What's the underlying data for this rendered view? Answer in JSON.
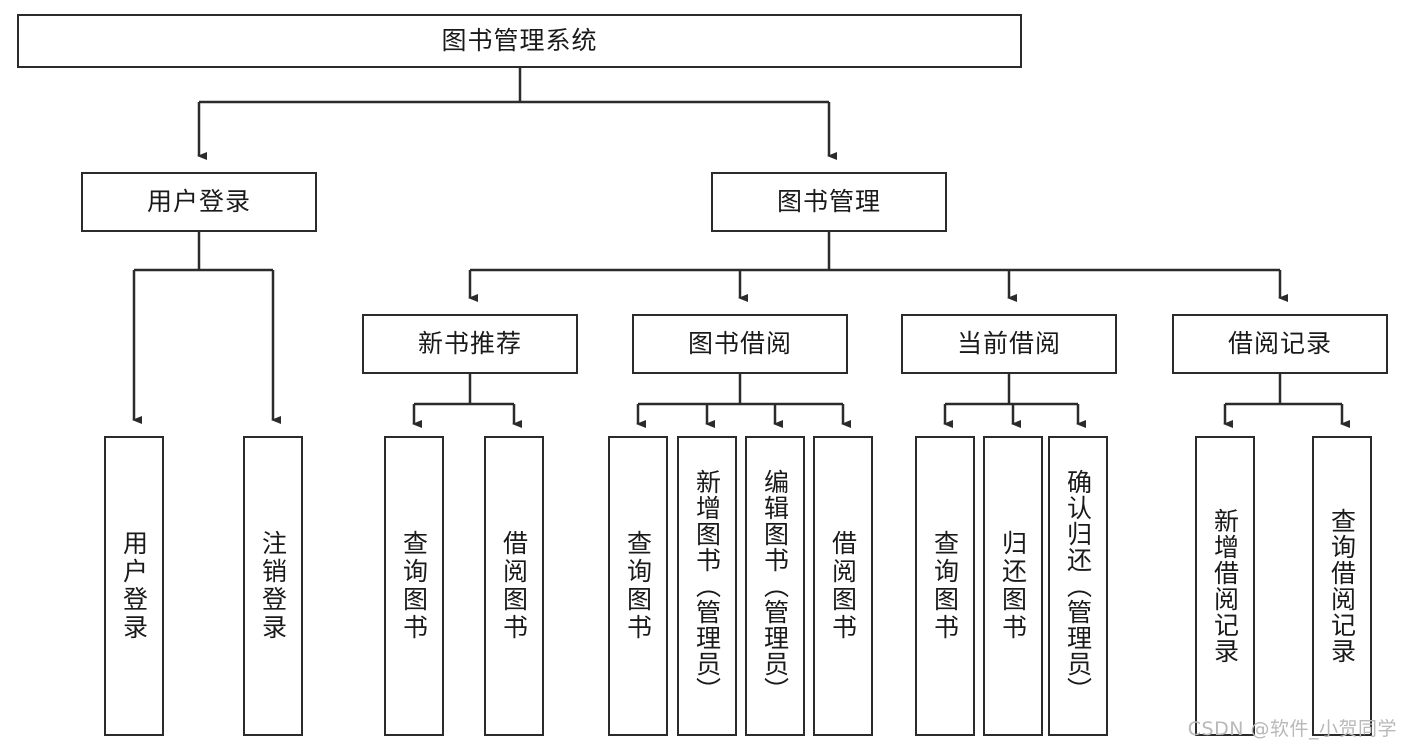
{
  "diagram": {
    "type": "tree",
    "title": "图书管理系统",
    "watermark": "CSDN @软件_小贺同学",
    "colors": {
      "box_border": "#2b2b2b",
      "box_fill": "#ffffff",
      "connector": "#2b2b2b",
      "text": "#1a1a1a",
      "watermark": "#b9b9b9",
      "background": "#ffffff"
    },
    "nodes": {
      "root": {
        "label": "图书管理系统"
      },
      "level2": [
        {
          "id": "user-login",
          "label": "用户登录"
        },
        {
          "id": "book-manage",
          "label": "图书管理"
        }
      ],
      "level3": [
        {
          "id": "new-book-recommend",
          "label": "新书推荐"
        },
        {
          "id": "book-borrow",
          "label": "图书借阅"
        },
        {
          "id": "current-borrow",
          "label": "当前借阅"
        },
        {
          "id": "borrow-record",
          "label": "借阅记录"
        }
      ],
      "leaves": {
        "user-login": [
          {
            "id": "leaf-user-login",
            "label": "用户登录"
          },
          {
            "id": "leaf-logout-login",
            "label": "注销登录"
          }
        ],
        "new-book-recommend": [
          {
            "id": "leaf-query-book-1",
            "label": "查询图书"
          },
          {
            "id": "leaf-borrow-book-1",
            "label": "借阅图书"
          }
        ],
        "book-borrow": [
          {
            "id": "leaf-query-book-2",
            "label": "查询图书"
          },
          {
            "id": "leaf-add-book-admin",
            "label": "新增图书（管理员）"
          },
          {
            "id": "leaf-edit-book-admin",
            "label": "编辑图书（管理员）"
          },
          {
            "id": "leaf-borrow-book-2",
            "label": "借阅图书"
          }
        ],
        "current-borrow": [
          {
            "id": "leaf-query-book-3",
            "label": "查询图书"
          },
          {
            "id": "leaf-return-book",
            "label": "归还图书"
          },
          {
            "id": "leaf-confirm-return-admin",
            "label": "确认归还（管理员）"
          }
        ],
        "borrow-record": [
          {
            "id": "leaf-add-borrow-record",
            "label": "新增借阅记录"
          },
          {
            "id": "leaf-query-borrow-record",
            "label": "查询借阅记录"
          }
        ]
      }
    }
  }
}
